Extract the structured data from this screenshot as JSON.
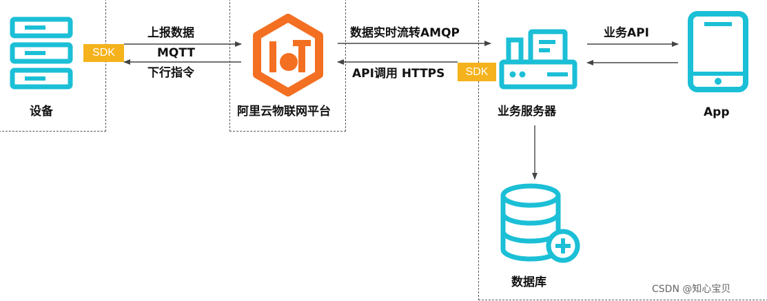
{
  "nodes": {
    "device": "设备",
    "platform": "阿里云物联网平台",
    "server": "业务服务器",
    "app": "App",
    "database": "数据库"
  },
  "sdk": {
    "device": "SDK",
    "server": "SDK"
  },
  "edges": {
    "report": "上报数据",
    "mqtt": "MQTT",
    "command": "下行指令",
    "amqp": "数据实时流转AMQP",
    "api_https": "API调用 HTTPS",
    "business_api": "业务API"
  },
  "watermark": "CSDN @知心宝贝",
  "colors": {
    "icon_cyan": "#1bbfd6",
    "iot_orange": "#f36f21",
    "sdk_yellow": "#f5b21c",
    "arrow_gray": "#444444",
    "dashed_border": "#555555"
  }
}
